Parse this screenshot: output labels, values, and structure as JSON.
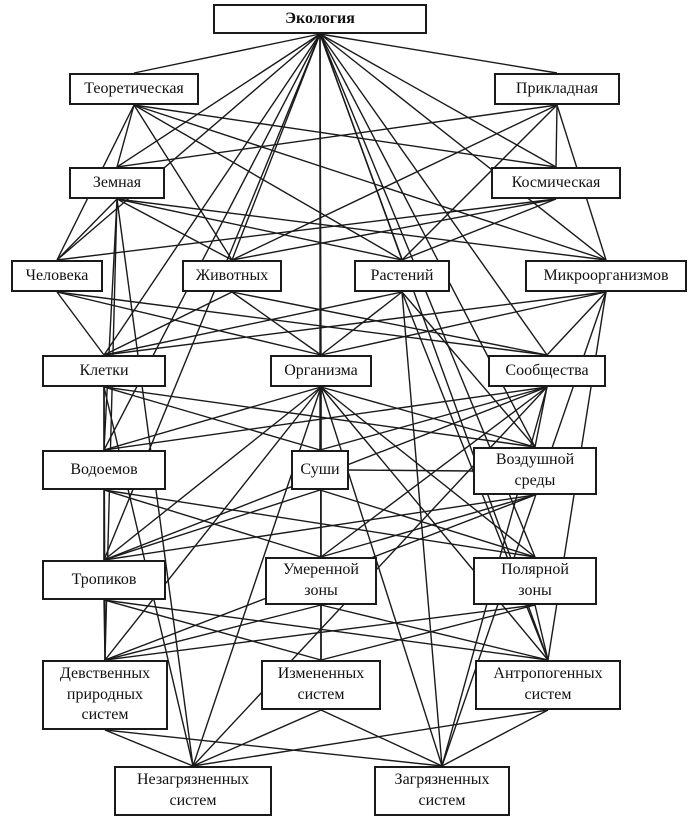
{
  "nodes": {
    "ecology": "Экология",
    "theoretical": "Теоретическая",
    "applied": "Прикладная",
    "earth": "Земная",
    "space": "Космическая",
    "human": "Человека",
    "animals": "Животных",
    "plants": "Растений",
    "microorganisms": "Микроорганизмов",
    "cells": "Клетки",
    "organism": "Организма",
    "community": "Сообщества",
    "waters": "Водоемов",
    "land": "Суши",
    "air": "Воздушной\nсреды",
    "tropics": "Тропиков",
    "temperate": "Умеренной\nзоны",
    "polar": "Полярной\nзоны",
    "virgin": "Девственных\nприродных\nсистем",
    "changed": "Измененных\nсистем",
    "anthropogenic": "Антропогенных\nсистем",
    "unpolluted": "Незагрязненных\nсистем",
    "polluted": "Загрязненных\nсистем"
  },
  "edges": [
    [
      "ecology",
      "theoretical"
    ],
    [
      "ecology",
      "applied"
    ],
    [
      "ecology",
      "earth"
    ],
    [
      "ecology",
      "space"
    ],
    [
      "ecology",
      "human"
    ],
    [
      "ecology",
      "animals"
    ],
    [
      "ecology",
      "plants"
    ],
    [
      "ecology",
      "microorganisms"
    ],
    [
      "ecology",
      "cells"
    ],
    [
      "ecology",
      "organism"
    ],
    [
      "ecology",
      "community"
    ],
    [
      "ecology",
      "waters"
    ],
    [
      "ecology",
      "land"
    ],
    [
      "ecology",
      "air"
    ],
    [
      "ecology",
      "tropics"
    ],
    [
      "ecology",
      "polar"
    ],
    [
      "ecology",
      "changed"
    ],
    [
      "ecology",
      "anthropogenic"
    ],
    [
      "theoretical",
      "earth"
    ],
    [
      "theoretical",
      "space"
    ],
    [
      "theoretical",
      "human"
    ],
    [
      "theoretical",
      "animals"
    ],
    [
      "theoretical",
      "plants"
    ],
    [
      "theoretical",
      "microorganisms"
    ],
    [
      "applied",
      "earth"
    ],
    [
      "applied",
      "space"
    ],
    [
      "applied",
      "plants"
    ],
    [
      "applied",
      "microorganisms"
    ],
    [
      "applied",
      "animals"
    ],
    [
      "earth",
      "human"
    ],
    [
      "earth",
      "animals"
    ],
    [
      "earth",
      "plants"
    ],
    [
      "earth",
      "microorganisms"
    ],
    [
      "earth",
      "waters"
    ],
    [
      "earth",
      "virgin"
    ],
    [
      "earth",
      "unpolluted"
    ],
    [
      "space",
      "plants"
    ],
    [
      "space",
      "animals"
    ],
    [
      "space",
      "human"
    ],
    [
      "human",
      "cells"
    ],
    [
      "human",
      "organism"
    ],
    [
      "human",
      "community"
    ],
    [
      "animals",
      "cells"
    ],
    [
      "animals",
      "organism"
    ],
    [
      "animals",
      "community"
    ],
    [
      "plants",
      "cells"
    ],
    [
      "plants",
      "organism"
    ],
    [
      "plants",
      "air"
    ],
    [
      "plants",
      "polluted"
    ],
    [
      "plants",
      "anthropogenic"
    ],
    [
      "microorganisms",
      "cells"
    ],
    [
      "microorganisms",
      "organism"
    ],
    [
      "microorganisms",
      "community"
    ],
    [
      "microorganisms",
      "anthropogenic"
    ],
    [
      "microorganisms",
      "polluted"
    ],
    [
      "cells",
      "waters"
    ],
    [
      "cells",
      "land"
    ],
    [
      "cells",
      "air"
    ],
    [
      "cells",
      "tropics"
    ],
    [
      "cells",
      "virgin"
    ],
    [
      "cells",
      "unpolluted"
    ],
    [
      "organism",
      "waters"
    ],
    [
      "organism",
      "land"
    ],
    [
      "organism",
      "air"
    ],
    [
      "organism",
      "tropics"
    ],
    [
      "organism",
      "temperate"
    ],
    [
      "organism",
      "polar"
    ],
    [
      "organism",
      "virgin"
    ],
    [
      "organism",
      "changed"
    ],
    [
      "organism",
      "anthropogenic"
    ],
    [
      "organism",
      "unpolluted"
    ],
    [
      "organism",
      "polluted"
    ],
    [
      "community",
      "waters"
    ],
    [
      "community",
      "land"
    ],
    [
      "community",
      "air"
    ],
    [
      "community",
      "tropics"
    ],
    [
      "community",
      "temperate"
    ],
    [
      "community",
      "unpolluted"
    ],
    [
      "community",
      "polluted"
    ],
    [
      "waters",
      "tropics"
    ],
    [
      "waters",
      "temperate"
    ],
    [
      "waters",
      "polar"
    ],
    [
      "land",
      "tropics"
    ],
    [
      "land",
      "polar"
    ],
    [
      "land",
      "air"
    ],
    [
      "air",
      "temperate"
    ],
    [
      "air",
      "tropics"
    ],
    [
      "air",
      "virgin"
    ],
    [
      "tropics",
      "virgin"
    ],
    [
      "tropics",
      "changed"
    ],
    [
      "tropics",
      "anthropogenic"
    ],
    [
      "temperate",
      "virgin"
    ],
    [
      "temperate",
      "changed"
    ],
    [
      "temperate",
      "anthropogenic"
    ],
    [
      "polar",
      "virgin"
    ],
    [
      "polar",
      "changed"
    ],
    [
      "polar",
      "anthropogenic"
    ],
    [
      "virgin",
      "unpolluted"
    ],
    [
      "virgin",
      "polluted"
    ],
    [
      "changed",
      "unpolluted"
    ],
    [
      "changed",
      "polluted"
    ],
    [
      "anthropogenic",
      "unpolluted"
    ],
    [
      "anthropogenic",
      "polluted"
    ]
  ]
}
